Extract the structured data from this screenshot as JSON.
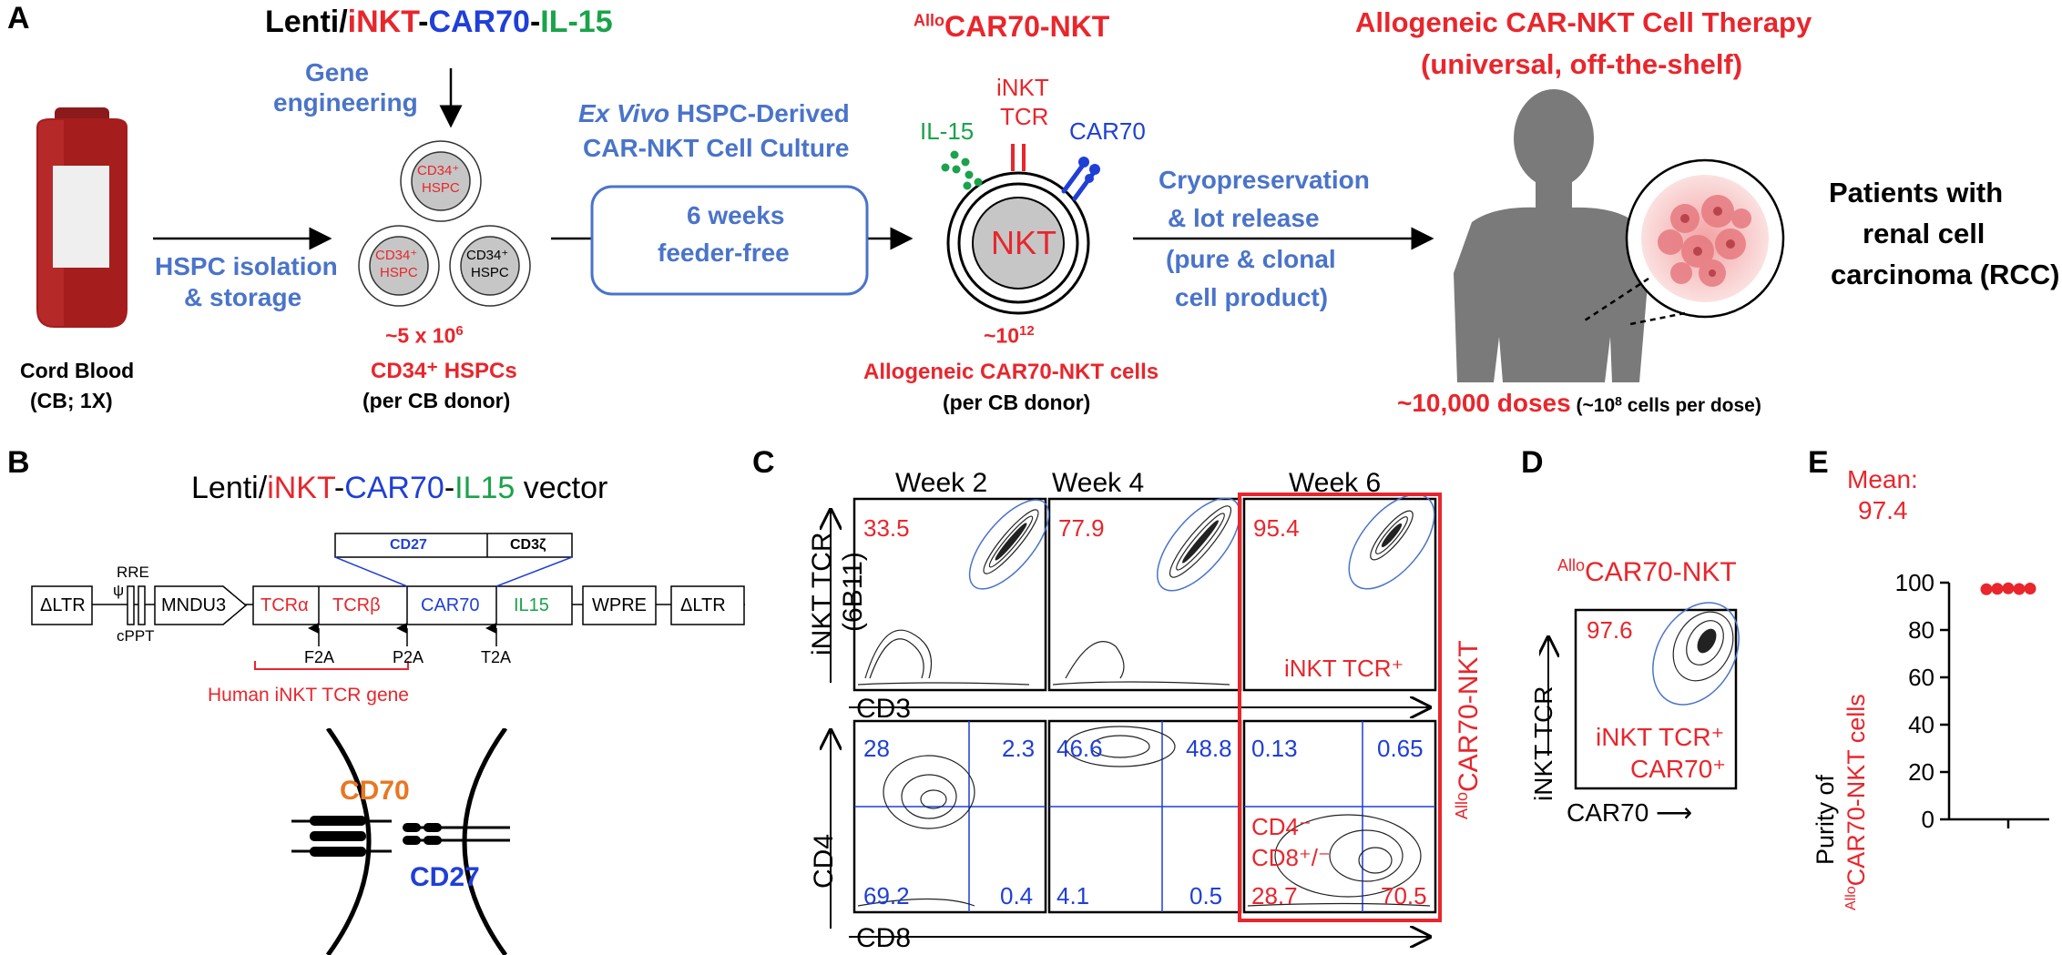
{
  "colors": {
    "red": "#e8262c",
    "blue": "#1f3fd6",
    "light_blue": "#4a74c9",
    "green": "#1aa34a",
    "orange": "#e87722",
    "gray": "#a0a0a0"
  },
  "panelA": {
    "letter": "A",
    "construct": {
      "prefix": "Lenti/",
      "inkt": "iNKT",
      "sep1": "-",
      "car70": "CAR70",
      "sep2": "-",
      "il15": "IL-15"
    },
    "gene_engineering": [
      "Gene",
      "engineering"
    ],
    "cord_blood": [
      "Cord Blood",
      "(CB; 1X)"
    ],
    "hspc_isolation": [
      "HSPC isolation",
      "& storage"
    ],
    "cell_label_red": [
      "CD34⁺",
      "HSPC"
    ],
    "cell_label_black": [
      "CD34⁺",
      "HSPC"
    ],
    "hspc_count": "~5 x 10",
    "hspc_count_exp": "6",
    "hspc_name": "CD34⁺ HSPCs",
    "per_donor": "(per CB donor)",
    "culture_title_italic": "Ex Vivo",
    "culture_title_rest": " HSPC-Derived",
    "culture_title2": "CAR-NKT Cell Culture",
    "culture_box": [
      "6 weeks",
      "feeder-free"
    ],
    "product_sup": "Allo",
    "product_name": "CAR70-NKT",
    "il15": "IL-15",
    "inkt_tcr": [
      "iNKT",
      "TCR"
    ],
    "car70": "CAR70",
    "nkt": "NKT",
    "nkt_count_prefix": "~10",
    "nkt_count_exp": "12",
    "nkt_cells": "Allogeneic CAR70-NKT cells",
    "nkt_per_donor": "(per CB donor)",
    "cryo": [
      "Cryopreservation",
      "& lot release",
      "(pure & clonal",
      "cell product)"
    ],
    "therapy_title": [
      "Allogeneic CAR-NKT Cell Therapy",
      "(universal, off-the-shelf)"
    ],
    "patients": [
      "Patients with",
      "renal cell",
      "carcinoma (RCC)"
    ],
    "doses": "~10,000 doses",
    "dose_detail_prefix": " (~10",
    "dose_detail_exp": "8",
    "dose_detail_suffix": " cells per dose)"
  },
  "panelB": {
    "letter": "B",
    "title_prefix": "Lenti/",
    "title_inkt": "iNKT",
    "title_sep1": "-",
    "title_car70": "CAR70",
    "title_sep2": "-",
    "title_il15": "IL15",
    "title_suffix": " vector",
    "segments": [
      "ΔLTR",
      "MNDU3",
      "TCRα",
      "TCRβ",
      "CAR70",
      "IL15",
      "WPRE",
      "ΔLTR"
    ],
    "rre": "RRE",
    "psi": "ψ",
    "cppt": "cPPT",
    "car_domains": [
      "CD27",
      "CD3ζ"
    ],
    "cleavage": [
      "F2A",
      "P2A",
      "T2A"
    ],
    "tcr_gene": "Human iNKT TCR gene",
    "cd70": "CD70",
    "cd27": "CD27"
  },
  "panelC": {
    "letter": "C",
    "weeks": [
      "Week 2",
      "Week 4",
      "Week 6"
    ],
    "top_values": [
      "33.5",
      "77.9",
      "95.4"
    ],
    "top_gate_label": "iNKT TCR⁺",
    "y_top": [
      "iNKT TCR",
      "(6B11)"
    ],
    "x_top": "CD3",
    "y_bottom": "CD4",
    "x_bottom": "CD8",
    "quadrants": [
      {
        "ul": "28",
        "ur": "2.3",
        "ll": "69.2",
        "lr": "0.4"
      },
      {
        "ul": "46.6",
        "ur": "48.8",
        "ll": "4.1",
        "lr": "0.5"
      },
      {
        "ul": "0.13",
        "ur": "0.65",
        "ll": "28.7",
        "lr": "70.5"
      }
    ],
    "bottom_gate_label": [
      "CD4⁻",
      "CD8⁺/⁻"
    ],
    "side_sup": "Allo",
    "side_label": "CAR70-NKT"
  },
  "panelD": {
    "letter": "D",
    "title_sup": "Allo",
    "title": "CAR70-NKT",
    "value": "97.6",
    "gate_label": [
      "iNKT TCR⁺",
      "CAR70⁺"
    ],
    "y_label": "iNKT TCR",
    "x_label": "CAR70"
  },
  "panelE": {
    "letter": "E",
    "mean_label": "Mean:",
    "mean_value": "97.4",
    "y_label_prefix": "Purity of",
    "y_label_sup": "Allo",
    "y_label_rest": "CAR70-NKT cells",
    "ticks": [
      "100",
      "80",
      "60",
      "40",
      "20",
      "0"
    ]
  },
  "chart_data": {
    "type": "scatter",
    "title": "",
    "ylabel": "Purity of AlloCAR70-NKT cells",
    "ylim": [
      0,
      100
    ],
    "yticks": [
      0,
      20,
      40,
      60,
      80,
      100
    ],
    "series": [
      {
        "values": [
          97.2,
          97.4,
          97.6,
          97.3,
          97.5
        ]
      }
    ],
    "mean": 97.4
  }
}
